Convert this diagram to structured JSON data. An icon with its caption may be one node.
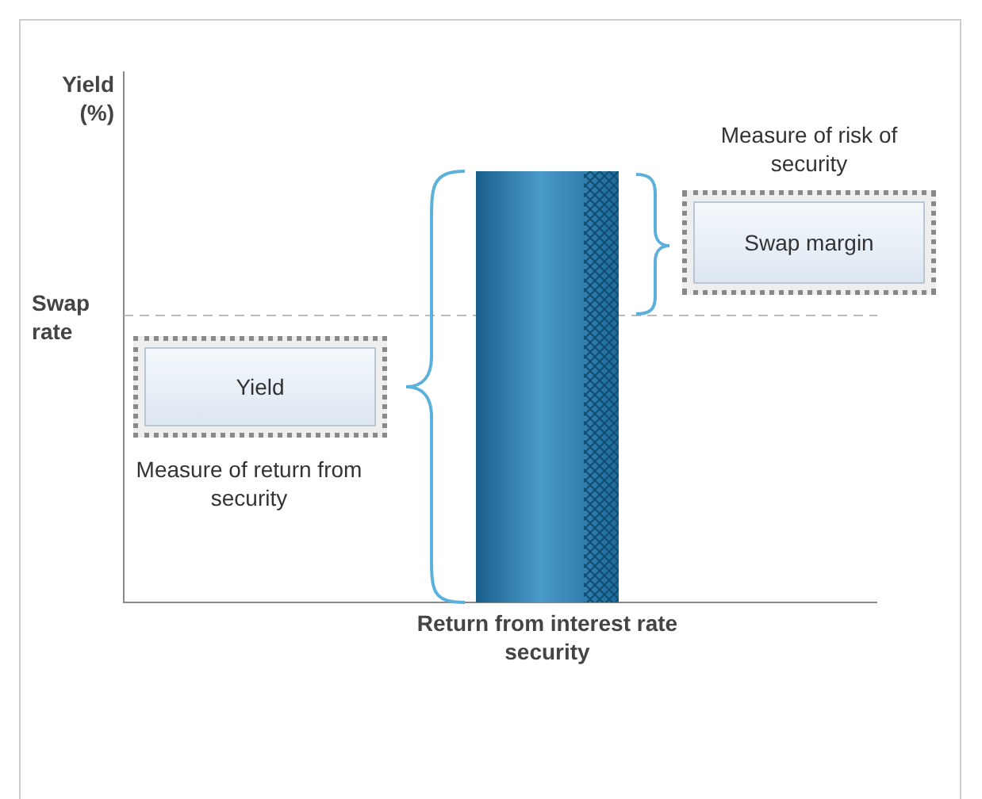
{
  "diagram": {
    "nodes": [
      {
        "text": [
          "Return from interest rate security"
        ]
      },
      {
        "text": [
          "Swap margin"
        ],
        "beside": [
          "Measure of risk of security"
        ]
      },
      {
        "text": [
          "Yield"
        ],
        "beside": [
          "Measure of return from security"
        ]
      }
    ],
    "labels": [
      "Yield (%)",
      "Swap rate"
    ]
  }
}
